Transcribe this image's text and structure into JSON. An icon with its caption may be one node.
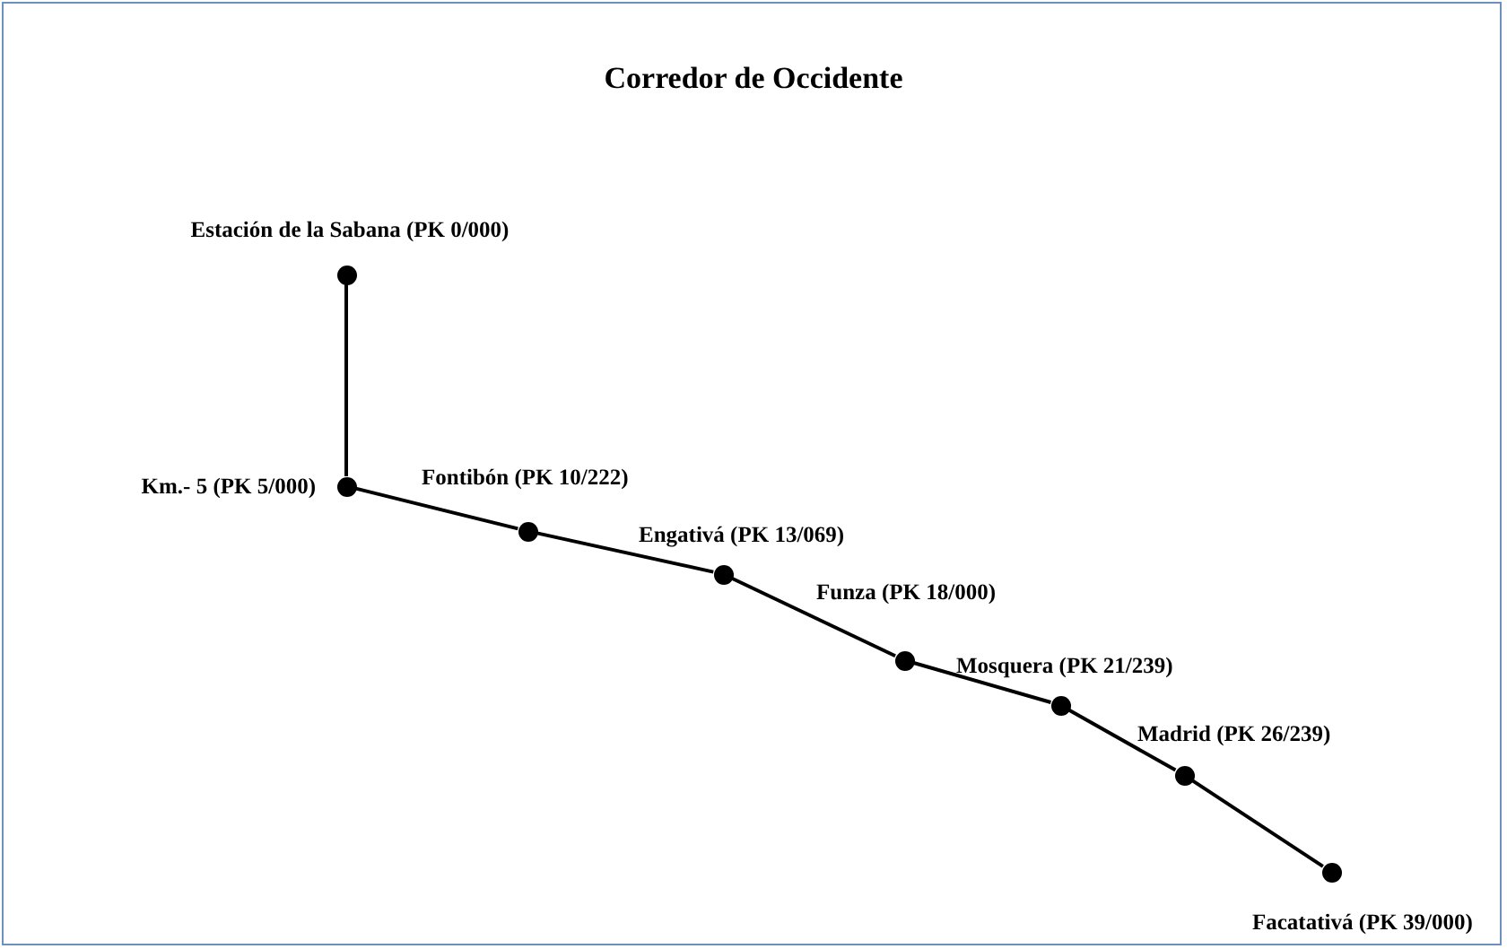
{
  "diagram": {
    "title": "Corredor de Occidente",
    "nodes": [
      {
        "text": [],
        "shape": "circle",
        "beside": [
          "Estación de la Sabana (PK 0/000)"
        ]
      },
      {
        "text": [],
        "shape": "circle",
        "beside": [
          "Km.- 5 (PK 5/000)"
        ]
      },
      {
        "text": [],
        "shape": "circle",
        "beside": [
          "Fontibón (PK 10/222)"
        ]
      },
      {
        "text": [],
        "shape": "circle",
        "beside": [
          "Engativá (PK 13/069)"
        ]
      },
      {
        "text": [],
        "shape": "circle",
        "beside": [
          "Funza (PK 18/000)"
        ]
      },
      {
        "text": [],
        "shape": "circle",
        "beside": [
          "Mosquera (PK 21/239)"
        ]
      },
      {
        "text": [],
        "shape": "circle",
        "beside": [
          "Madrid (PK 26/239)"
        ]
      },
      {
        "text": [],
        "shape": "circle",
        "beside": [
          "Facatativá (PK 39/000)"
        ]
      }
    ],
    "edges": [
      {
        "from": 0,
        "to": 1,
        "arrow": "none"
      },
      {
        "from": 1,
        "to": 2,
        "arrow": "none"
      },
      {
        "from": 2,
        "to": 3,
        "arrow": "none"
      },
      {
        "from": 3,
        "to": 4,
        "arrow": "none"
      },
      {
        "from": 4,
        "to": 5,
        "arrow": "none"
      },
      {
        "from": 5,
        "to": 6,
        "arrow": "none"
      },
      {
        "from": 6,
        "to": 7,
        "arrow": "none"
      }
    ]
  }
}
